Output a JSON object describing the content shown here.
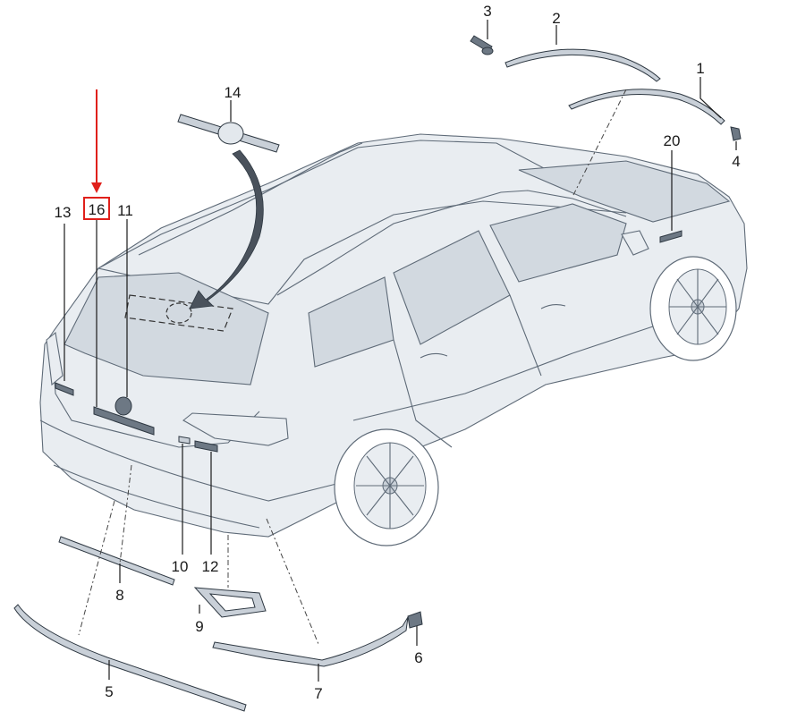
{
  "diagram": {
    "callouts": [
      {
        "id": "c1",
        "label": "1"
      },
      {
        "id": "c2",
        "label": "2"
      },
      {
        "id": "c3",
        "label": "3"
      },
      {
        "id": "c4",
        "label": "4"
      },
      {
        "id": "c5",
        "label": "5"
      },
      {
        "id": "c6",
        "label": "6"
      },
      {
        "id": "c7",
        "label": "7"
      },
      {
        "id": "c8",
        "label": "8"
      },
      {
        "id": "c9",
        "label": "9"
      },
      {
        "id": "c10",
        "label": "10"
      },
      {
        "id": "c11",
        "label": "11"
      },
      {
        "id": "c12",
        "label": "12"
      },
      {
        "id": "c13",
        "label": "13"
      },
      {
        "id": "c14",
        "label": "14"
      },
      {
        "id": "c16",
        "label": "16"
      },
      {
        "id": "c20",
        "label": "20"
      }
    ],
    "colors": {
      "highlight": "#e0201b",
      "body": "#e9edf1",
      "outline": "#5f6b78",
      "part": "#6d7884"
    }
  }
}
